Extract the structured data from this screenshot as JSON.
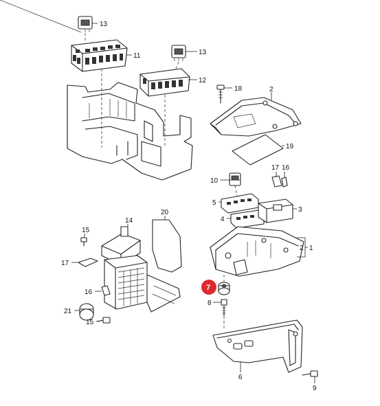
{
  "highlight": {
    "color": "#e0282f",
    "label": "7"
  },
  "callouts": [
    {
      "id": "c1",
      "label": "1"
    },
    {
      "id": "c2a",
      "label": "2"
    },
    {
      "id": "c2b",
      "label": "2"
    },
    {
      "id": "c3",
      "label": "3"
    },
    {
      "id": "c4",
      "label": "4"
    },
    {
      "id": "c5",
      "label": "5"
    },
    {
      "id": "c6",
      "label": "6"
    },
    {
      "id": "c8",
      "label": "8"
    },
    {
      "id": "c9",
      "label": "9"
    },
    {
      "id": "c10",
      "label": "10"
    },
    {
      "id": "c11",
      "label": "11"
    },
    {
      "id": "c12",
      "label": "12"
    },
    {
      "id": "c13a",
      "label": "13"
    },
    {
      "id": "c13b",
      "label": "13"
    },
    {
      "id": "c14",
      "label": "14"
    },
    {
      "id": "c15a",
      "label": "15"
    },
    {
      "id": "c15b",
      "label": "15"
    },
    {
      "id": "c16a",
      "label": "16"
    },
    {
      "id": "c16b",
      "label": "16"
    },
    {
      "id": "c17a",
      "label": "17"
    },
    {
      "id": "c17b",
      "label": "17"
    },
    {
      "id": "c18",
      "label": "18"
    },
    {
      "id": "c19",
      "label": "19"
    },
    {
      "id": "c20",
      "label": "20"
    },
    {
      "id": "c21",
      "label": "21"
    }
  ]
}
